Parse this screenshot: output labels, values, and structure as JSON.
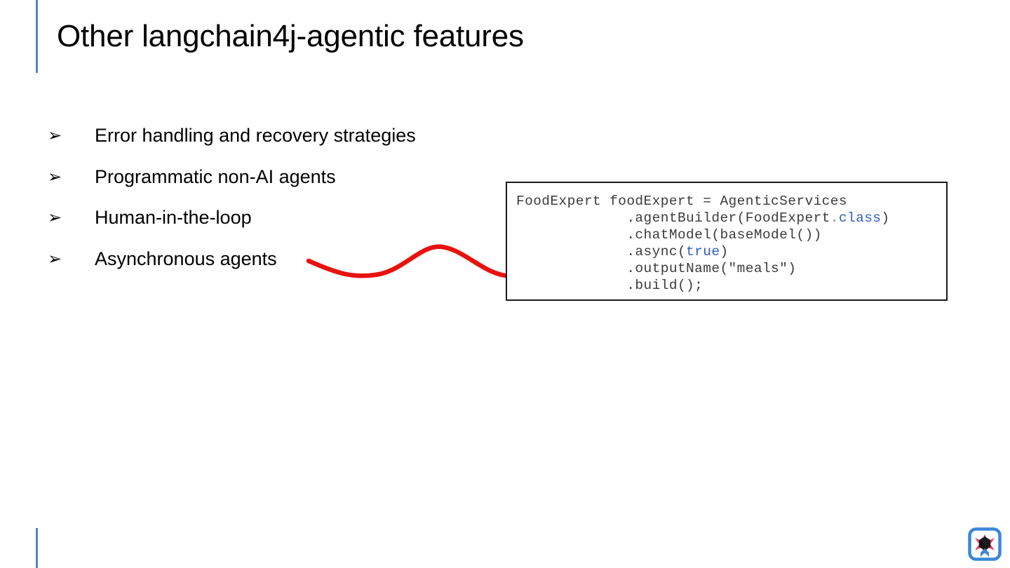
{
  "slide": {
    "title": "Other langchain4j-agentic features",
    "accent_color": "#4a86c8",
    "background": "#ffffff"
  },
  "bullets": {
    "marker": "➢",
    "items": [
      {
        "label": "Error handling and recovery strategies"
      },
      {
        "label": "Programmatic non-AI agents"
      },
      {
        "label": "Human-in-the-loop"
      },
      {
        "label": "Asynchronous agents"
      }
    ]
  },
  "arrow": {
    "color": "#e8120e",
    "description": "red-s-curve-arrow-pointing-to-async-line"
  },
  "code": {
    "language": "java",
    "border_color": "#1a1a1a",
    "text_color": "#3c3c3c",
    "keyword_color": "#2f5fc0",
    "lines": [
      {
        "indent": "",
        "segments": [
          {
            "text": "FoodExpert foodExpert = AgenticServices",
            "type": "plain"
          }
        ]
      },
      {
        "indent": "             ",
        "segments": [
          {
            "text": ".agentBuilder(FoodExpert",
            "type": "plain"
          },
          {
            "text": ".",
            "type": "dim"
          },
          {
            "text": "class",
            "type": "keyword"
          },
          {
            "text": ")",
            "type": "plain"
          }
        ]
      },
      {
        "indent": "             ",
        "segments": [
          {
            "text": ".chatModel(baseModel())",
            "type": "plain"
          }
        ]
      },
      {
        "indent": "             ",
        "segments": [
          {
            "text": ".async(",
            "type": "plain"
          },
          {
            "text": "true",
            "type": "keyword"
          },
          {
            "text": ")",
            "type": "plain"
          }
        ]
      },
      {
        "indent": "             ",
        "segments": [
          {
            "text": ".outputName(\"meals\")",
            "type": "plain"
          }
        ]
      },
      {
        "indent": "             ",
        "segments": [
          {
            "text": ".build();",
            "type": "plain"
          }
        ]
      }
    ],
    "plain_text": "FoodExpert foodExpert = AgenticServices\n             .agentBuilder(FoodExpert.class)\n             .chatModel(baseModel())\n             .async(true)\n             .outputName(\"meals\")\n             .build();"
  },
  "logo": {
    "name": "devoxx-logo",
    "frame_color": "#3b87d6",
    "star_colors": [
      "#111111",
      "#e03a5f",
      "#3b87d6"
    ]
  }
}
